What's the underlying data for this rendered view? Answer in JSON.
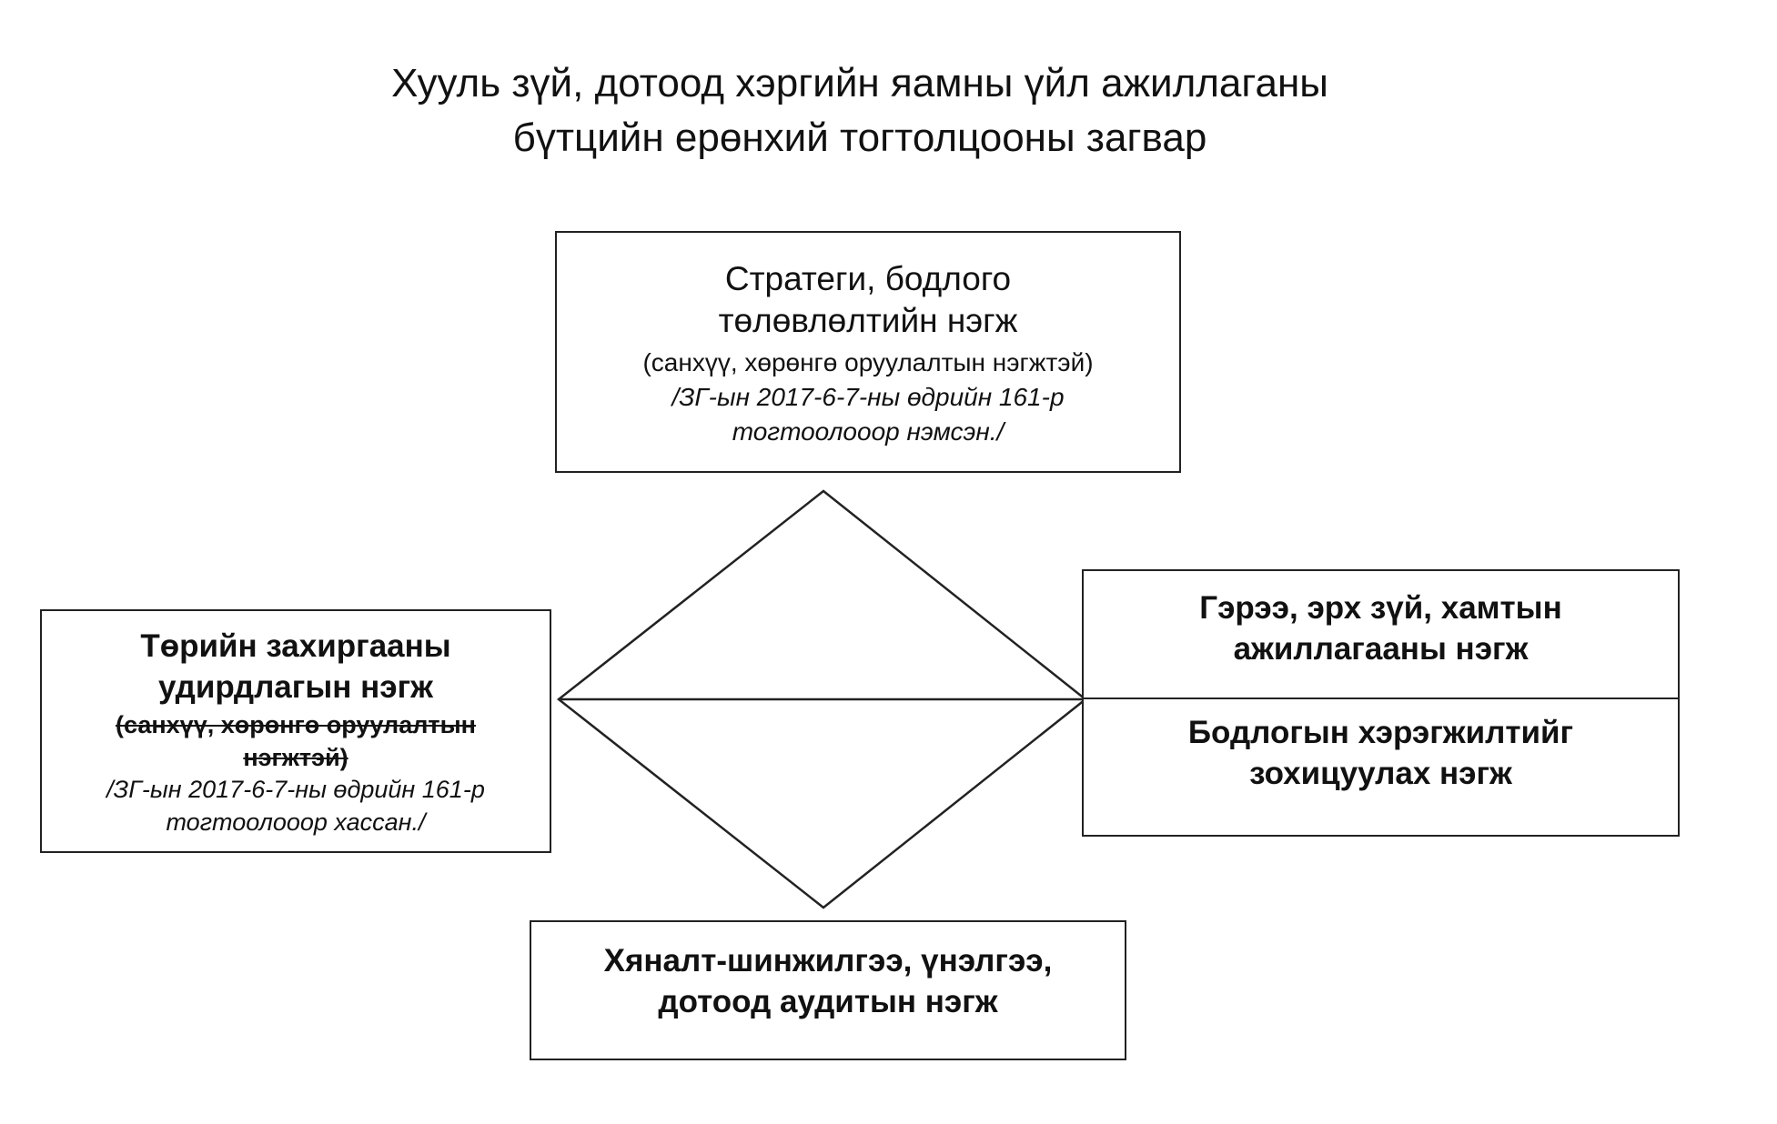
{
  "title": {
    "line1": "Хууль зүй, дотоод хэргийн яамны үйл ажиллаганы",
    "line2": "бүтцийн ерөнхий тогтолцооны загвар"
  },
  "boxes": {
    "strategy": {
      "line1": "Стратеги, бодлого",
      "line2": "төлөвлөлтийн нэгж",
      "sub": "(санхүү, хөрөнгө оруулалтын нэгжтэй)",
      "note_line1": "/ЗГ-ын 2017-6-7-ны өдрийн 161-р",
      "note_line2": "тогтоолооор нэмсэн./"
    },
    "admin": {
      "line1": "Төрийн захиргааны",
      "line2": "удирдлагын нэгж",
      "struck_line1": "(санхүү, хөрөнгө оруулалтын",
      "struck_line2": "нэгжтэй)",
      "note_line1": "/ЗГ-ын 2017-6-7-ны өдрийн 161-р",
      "note_line2": "тогтоолооор хассан./"
    },
    "contract": {
      "line1": "Гэрээ, эрх зүй, хамтын",
      "line2": "ажиллагааны нэгж"
    },
    "policy": {
      "line1": "Бодлогын хэрэгжилтийг",
      "line2": "зохицуулах нэгж"
    },
    "monitoring": {
      "line1": "Хяналт-шинжилгээ, үнэлгээ,",
      "line2": "дотоод аудитын нэгж"
    }
  },
  "colors": {
    "stroke": "#222222",
    "text": "#111111",
    "background": "#ffffff"
  }
}
